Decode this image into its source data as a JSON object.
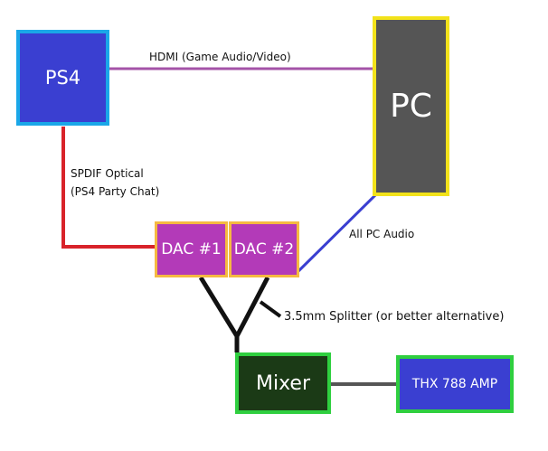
{
  "nodes": {
    "ps4": {
      "label": "PS4",
      "fill": "#3a3fd1",
      "border": "#1aa7e8"
    },
    "pc": {
      "label": "PC",
      "fill": "#555555",
      "border": "#f2e21a"
    },
    "dac1": {
      "label": "DAC #1",
      "fill": "#b33ab8",
      "border": "#f5b942"
    },
    "dac2": {
      "label": "DAC #2",
      "fill": "#b33ab8",
      "border": "#f5b942"
    },
    "mixer": {
      "label": "Mixer",
      "fill": "#1b3a16",
      "border": "#2fcf3f"
    },
    "amp": {
      "label": "THX 788 AMP",
      "fill": "#3a3fd1",
      "border": "#2fcf3f"
    }
  },
  "connections": {
    "hdmi": {
      "label": "HDMI (Game Audio/Video)",
      "color": "#a453a8"
    },
    "spdif": {
      "line1": "SPDIF Optical",
      "line2": "(PS4 Party Chat)",
      "color": "#d8232a"
    },
    "pc_audio": {
      "label": "All PC Audio",
      "color": "#3a3fd1"
    },
    "splitter": {
      "label": "3.5mm Splitter (or better alternative)",
      "color": "#111111"
    },
    "mixer_amp": {
      "color": "#555555"
    }
  }
}
